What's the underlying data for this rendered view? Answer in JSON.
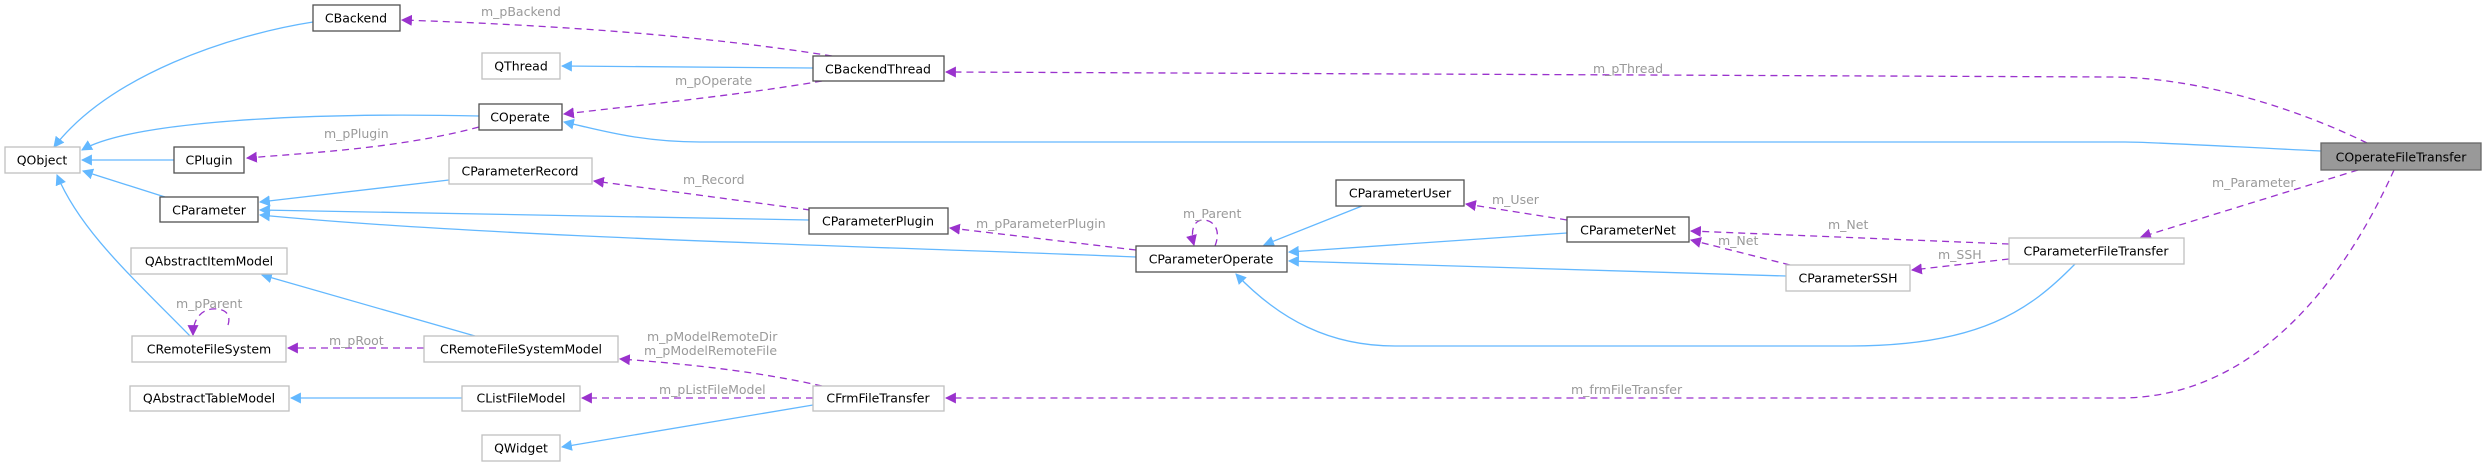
{
  "colors": {
    "inheritance_edge": "#63b8ff",
    "usage_edge": "#9a32cd",
    "root_fill": "#999999",
    "edge_label": "#9a9a9a"
  },
  "nodes": {
    "root": "COperateFileTransfer",
    "CBackend": "CBackend",
    "QThread": "QThread",
    "CBackendThread": "CBackendThread",
    "COperate": "COperate",
    "QObject": "QObject",
    "CPlugin": "CPlugin",
    "CParameterRecord": "CParameterRecord",
    "CParameter": "CParameter",
    "CParameterPlugin": "CParameterPlugin",
    "CParameterOperate": "CParameterOperate",
    "CParameterUser": "CParameterUser",
    "CParameterNet": "CParameterNet",
    "CParameterSSH": "CParameterSSH",
    "CParameterFileTransfer": "CParameterFileTransfer",
    "QAbstractItemModel": "QAbstractItemModel",
    "CRemoteFileSystem": "CRemoteFileSystem",
    "CRemoteFileSystemModel": "CRemoteFileSystemModel",
    "QAbstractTableModel": "QAbstractTableModel",
    "CListFileModel": "CListFileModel",
    "CFrmFileTransfer": "CFrmFileTransfer",
    "QWidget": "QWidget"
  },
  "edge_labels": {
    "m_pBackend": "m_pBackend",
    "m_pOperate": "m_pOperate",
    "m_pPlugin": "m_pPlugin",
    "m_Record": "m_Record",
    "m_pParameterPlugin": "m_pParameterPlugin",
    "m_Parent": "m_Parent",
    "m_pParent": "m_pParent",
    "m_pRoot": "m_pRoot",
    "m_pModelRemoteDir": "m_pModelRemoteDir",
    "m_pModelRemoteFile": "m_pModelRemoteFile",
    "m_pListFileModel": "m_pListFileModel",
    "m_User": "m_User",
    "m_Net_ssh": "m_Net",
    "m_Net_ft": "m_Net",
    "m_SSH": "m_SSH",
    "m_Parameter": "m_Parameter",
    "m_pThread": "m_pThread",
    "m_frmFileTransfer": "m_frmFileTransfer"
  }
}
